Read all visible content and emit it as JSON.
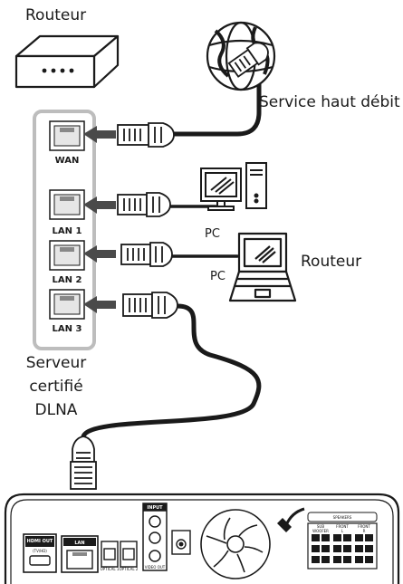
{
  "labels": {
    "router_top": "Routeur",
    "broadband": "Service haut débit",
    "router_right": "Routeur",
    "pc_top": "PC",
    "pc_mid": "PC",
    "dlna_line1": "Serveur",
    "dlna_line2": "certifié",
    "dlna_line3": "DLNA"
  },
  "ports": {
    "wan": "WAN",
    "lan1": "LAN 1",
    "lan2": "LAN 2",
    "lan3": "LAN 3"
  },
  "player_panel": {
    "hdmi_out": "HDMI OUT",
    "hdmi_sub": "(TV/HD)",
    "lan": "LAN",
    "optical1": "OPTICAL 1",
    "optical2": "OPTICAL 2",
    "input": "INPUT",
    "video_out": "VIDEO OUT",
    "speakers": "SPEAKERS",
    "sub": "SUB",
    "woofer": "WOOFER",
    "front_l": "FRONT",
    "front_r": "FRONT",
    "l": "L",
    "r": "R"
  },
  "colors": {
    "line": "#1a1a1a",
    "switch_panel_border": "#bdbdbd",
    "arrow_fill": "#4a4a4a",
    "port_fill": "#e6e6e6"
  }
}
